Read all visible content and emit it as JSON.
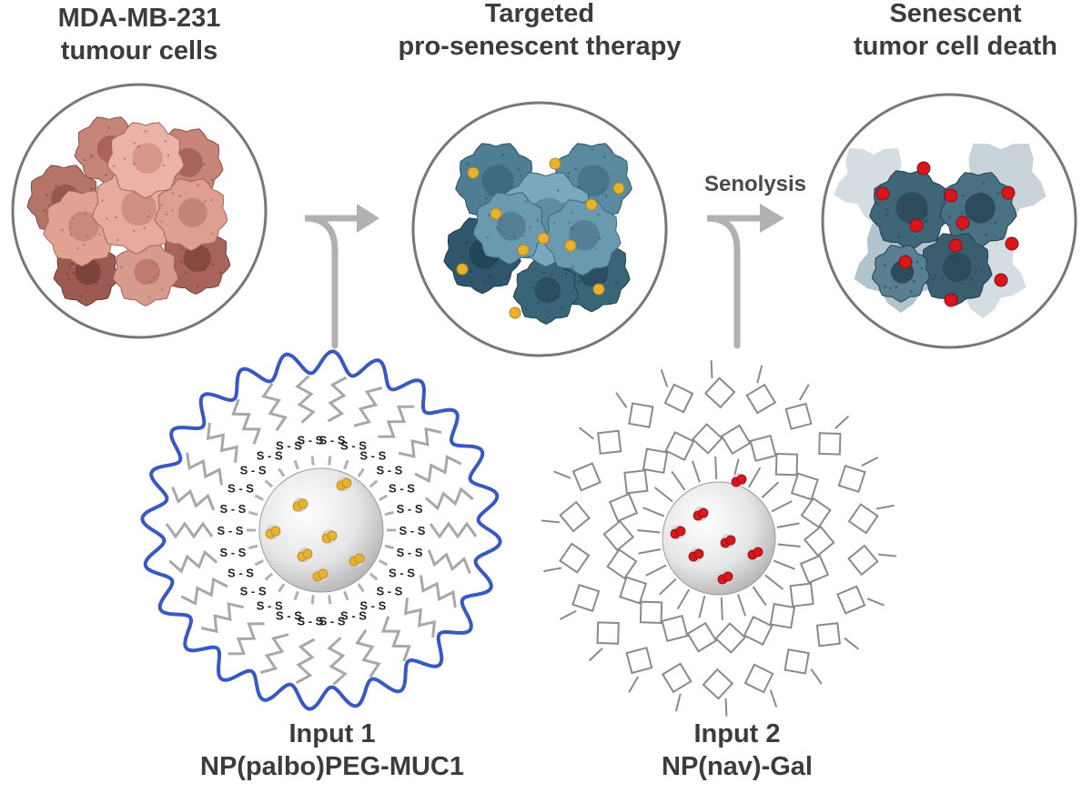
{
  "stages": [
    {
      "line1": "MDA-MB-231",
      "line2": "tumour cells"
    },
    {
      "line1": "Targeted",
      "line2": "pro-senescent therapy"
    },
    {
      "line1": "Senescent",
      "line2": "tumor cell death"
    }
  ],
  "arrow_label": "Senolysis",
  "inputs": [
    {
      "line1": "Input 1",
      "line2": "NP(palbo)PEG-MUC1"
    },
    {
      "line1": "Input 2",
      "line2": "NP(nav)-Gal"
    }
  ],
  "disulfide_label": "S - S",
  "colors": {
    "tumour_cells": "#d9998c",
    "senescent_cells": "#4f7e94",
    "palbo_drug": "#e8b230",
    "nav_drug": "#d8161c",
    "peg_muc1_strand": "#3759c4",
    "galacto_chain": "#8a8a8a",
    "arrow": "#b1b1b1"
  }
}
